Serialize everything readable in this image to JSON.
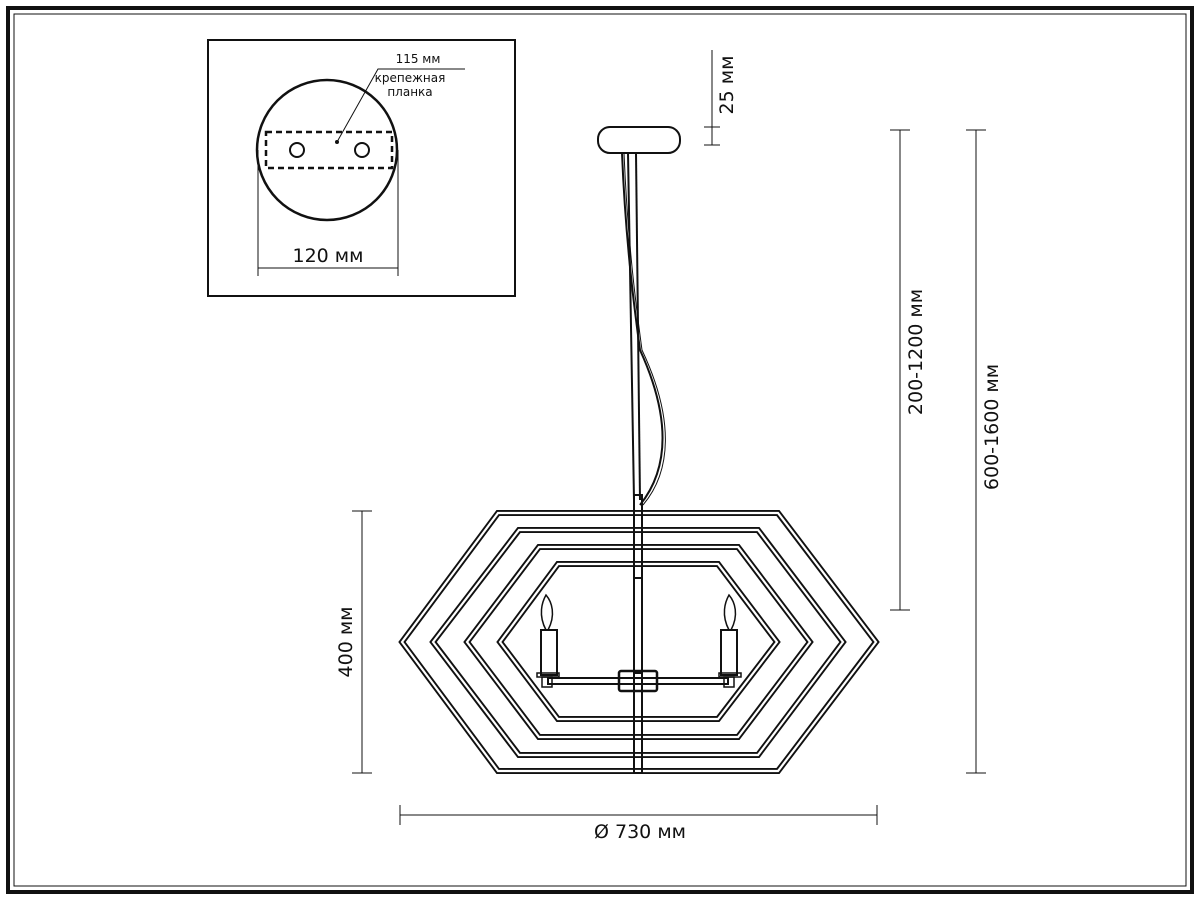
{
  "inset": {
    "bracket_length": "115 мм",
    "bracket_label_line1": "крепежная",
    "bracket_label_line2": "планка",
    "canopy_diameter": "120 мм"
  },
  "dimensions": {
    "canopy_height": "25 мм",
    "rod_length": "200-1200 мм",
    "total_height": "600-1600 мм",
    "shade_height": "400 мм",
    "diameter": "Ø 730 мм"
  }
}
